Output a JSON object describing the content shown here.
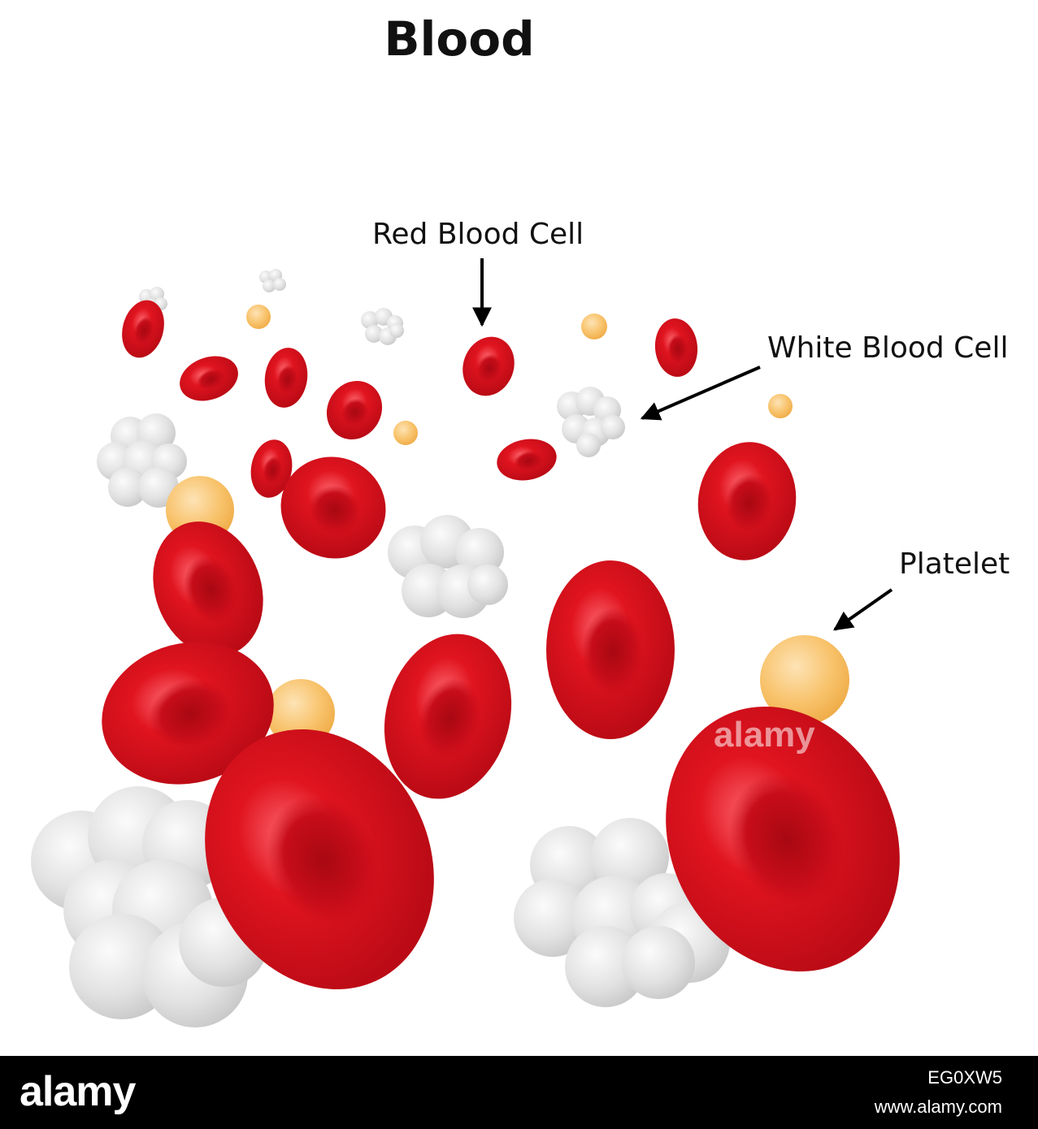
{
  "title": "Blood",
  "labels": {
    "red_blood_cell": "Red Blood Cell",
    "white_blood_cell": "White Blood Cell",
    "platelet": "Platelet"
  },
  "watermark": {
    "center_text": "alamy",
    "footer_logo": "alamy",
    "image_id": "EG0XW5",
    "url": "www.alamy.com"
  },
  "colors": {
    "red_cell": "#d8101f",
    "red_cell_center": "#b00a16",
    "red_cell_highlight": "#f3555f",
    "white_cell": "#d6d6d6",
    "white_cell_highlight": "#f7f7f7",
    "platelet": "#f6b85a",
    "platelet_highlight": "#fde2b3",
    "arrow": "#000000",
    "footer_bg": "#000000"
  }
}
